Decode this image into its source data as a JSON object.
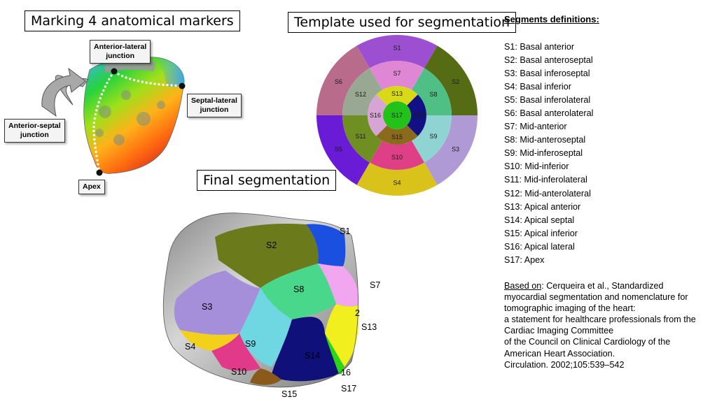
{
  "titles": {
    "markers": "Marking 4 anatomical markers",
    "template": "Template used for segmentation",
    "final": "Final segmentation"
  },
  "callouts": {
    "anterior_lateral": "Anterior-lateral\njunction",
    "septal_lateral": "Septal-lateral\njunction",
    "anterior_septal": "Anterior-septal\njunction",
    "apex": "Apex"
  },
  "definitions": {
    "heading": "Segments definitions:",
    "items": [
      "S1: Basal anterior",
      "S2: Basal anteroseptal",
      "S3: Basal inferoseptal",
      "S4: Basal inferior",
      "S5: Basal inferolateral",
      "S6: Basal anterolateral",
      "S7: Mid-anterior",
      "S8: Mid-anteroseptal",
      "S9: Mid-inferoseptal",
      "S10: Mid-inferior",
      "S11: Mid-inferolateral",
      "S12: Mid-anterolateral",
      "S13: Apical anterior",
      "S14: Apical septal",
      "S15: Apical inferior",
      "S16: Apical lateral",
      "S17: Apex"
    ]
  },
  "reference": {
    "label": "Based on",
    "lines": [
      ": Cerqueira et al., Standardized",
      "myocardial segmentation and nomenclature for",
      "tomographic imaging of the heart:",
      "a statement for healthcare professionals from the",
      "Cardiac Imaging Committee",
      "of the Council on Clinical Cardiology of the",
      "American Heart Association.",
      "Circulation. 2002;105:539–542"
    ]
  },
  "bullseye": {
    "basal": [
      {
        "label": "S1",
        "color": "#9c4fd0"
      },
      {
        "label": "S2",
        "color": "#556b14"
      },
      {
        "label": "S3",
        "color": "#b09ad6"
      },
      {
        "label": "S4",
        "color": "#d9c21a"
      },
      {
        "label": "S5",
        "color": "#6a1bd6"
      },
      {
        "label": "S6",
        "color": "#b86b8a"
      }
    ],
    "mid": [
      {
        "label": "S7",
        "color": "#df86d4"
      },
      {
        "label": "S8",
        "color": "#4fbf86"
      },
      {
        "label": "S9",
        "color": "#8fd3d3"
      },
      {
        "label": "S10",
        "color": "#df3f86"
      },
      {
        "label": "S11",
        "color": "#6f8f23"
      },
      {
        "label": "S12",
        "color": "#98a892"
      }
    ],
    "apical": [
      {
        "label": "S13",
        "color": "#d9d91a"
      },
      {
        "label": "S14",
        "color": "#111184"
      },
      {
        "label": "S15",
        "color": "#8a6a1d"
      },
      {
        "label": "S16",
        "color": "#d7a4d6"
      }
    ],
    "apex": {
      "label": "S17",
      "color": "#22c21a"
    }
  },
  "final_labels": [
    "S1",
    "S2",
    "S3",
    "S4",
    "S7",
    "S8",
    "S9",
    "S10",
    "S13",
    "S14",
    "S15",
    "S17",
    "2",
    "16"
  ]
}
